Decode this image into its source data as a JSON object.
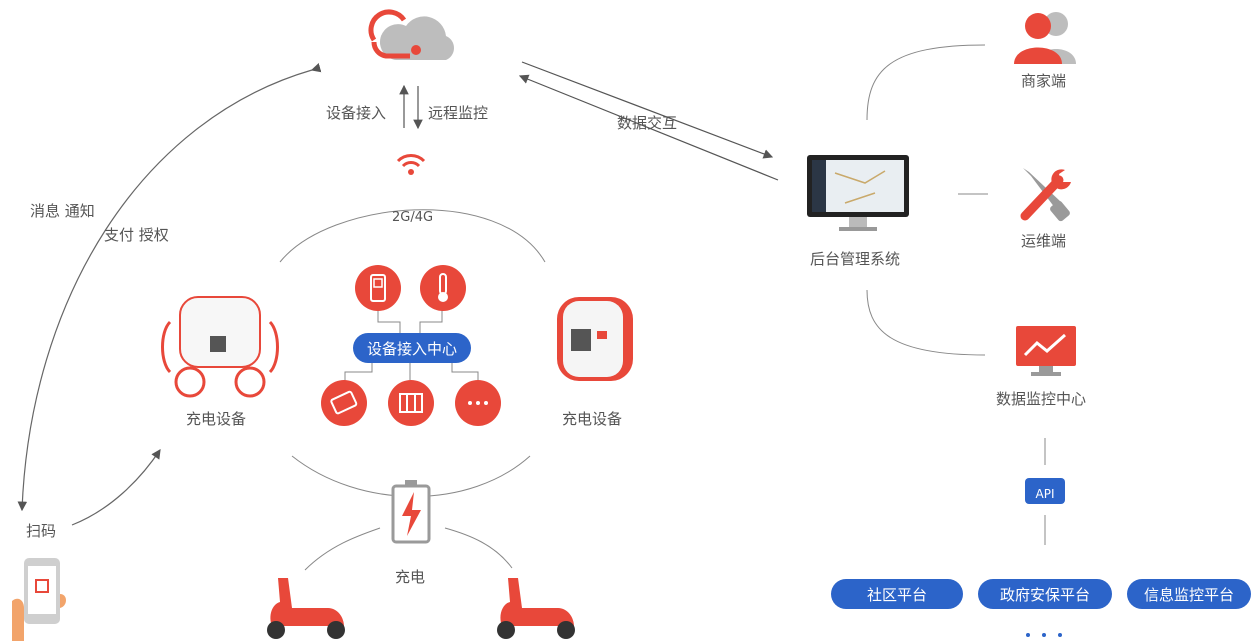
{
  "labels": {
    "device_access": "设备接入",
    "remote_monitor": "远程监控",
    "data_exchange": "数据交互",
    "network": "2G/4G",
    "message_notify": "消息 通知",
    "pay_auth": "支付 授权",
    "scan": "扫码",
    "charger_left": "充电设备",
    "charger_right": "充电设备",
    "charge": "充电",
    "hub": "设备接入中心",
    "merchant": "商家端",
    "ops": "运维端",
    "backend": "后台管理系统",
    "monitor_center": "数据监控中心",
    "api": "API"
  },
  "platforms": [
    "社区平台",
    "政府安保平台",
    "信息监控平台"
  ],
  "colors": {
    "accent": "#e8483a",
    "blue": "#2c64c9",
    "grey": "#9a9a9a",
    "line": "#555555"
  },
  "icons": [
    "cloud-icon",
    "wifi-icon",
    "phone-icon",
    "thermometer-icon",
    "card-icon",
    "gate-icon",
    "more-icon",
    "battery-icon",
    "scooter-icon",
    "monitor-icon",
    "users-icon",
    "tools-icon",
    "chart-monitor-icon",
    "api-icon",
    "hand-phone-icon"
  ]
}
